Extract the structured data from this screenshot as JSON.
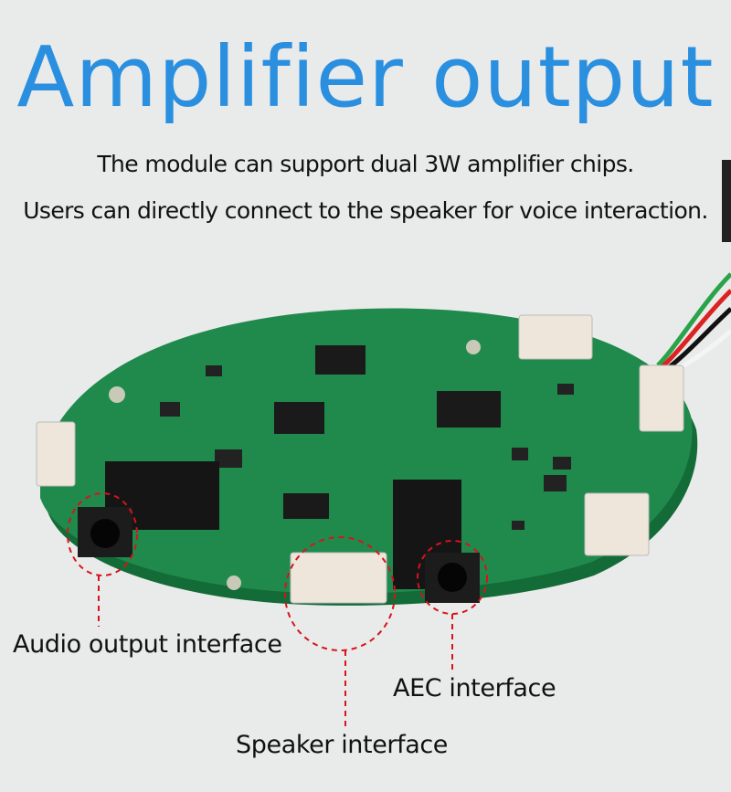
{
  "header": {
    "title": "Amplifier output",
    "line1": "The module can support dual 3W amplifier chips.",
    "line2": "Users can directly connect to the speaker for voice interaction."
  },
  "callouts": {
    "audio_output": "Audio output interface",
    "aec": "AEC interface",
    "speaker": "Speaker interface"
  },
  "colors": {
    "title": "#2b8fe0",
    "pcb": "#1f8a4c",
    "callout": "#d8131c"
  }
}
